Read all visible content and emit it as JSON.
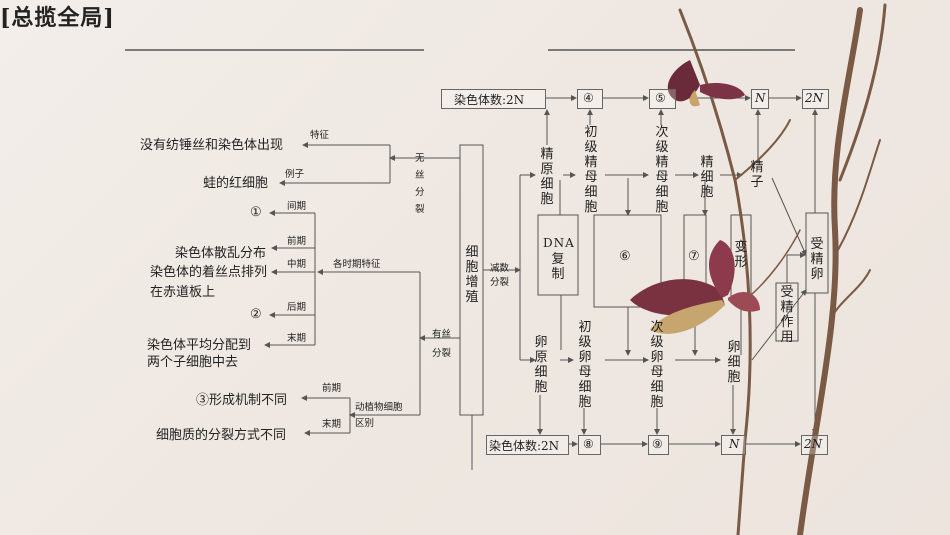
{
  "title": "[总揽全局]",
  "left": {
    "no_spindle": "没有纺锤丝和染色体出现",
    "frog": "蛙的红细胞",
    "feature": "特征",
    "example": "例子",
    "amitosis": "无丝分裂",
    "c1": "①",
    "interphase": "间期",
    "prophase": "前期",
    "chromosome_scatter": "染色体散乱分布",
    "metaphase": "中期",
    "centromere_1": "染色体的着丝点排列",
    "centromere_2": "在赤道板上",
    "c2": "②",
    "anaphase": "后期",
    "telophase": "末期",
    "even_1": "染色体平均分配到",
    "even_2": "两个子细胞中去",
    "stage_features": "各时期特征",
    "mitosis": "有丝分裂",
    "c3_formation": "③形成机制不同",
    "cytoplasm": "细胞质的分裂方式不同",
    "prophase2": "前期",
    "telophase2": "末期",
    "plant_animal": "动植物细胞区别",
    "cell_prolif": "细胞增殖"
  },
  "right": {
    "chrom_top": "染色体数:2N",
    "c4": "④",
    "c5": "⑤",
    "n_top": "N",
    "twon_top": "2N",
    "spermatogonia": "精原细胞",
    "primary_sperm": "初级精母细胞",
    "secondary_sperm": "次级精母细胞",
    "spermatid": "精细胞",
    "sperm": "精子",
    "meiosis": "减数分裂",
    "dna_1": "DNA",
    "dna_2": "复制",
    "c6": "⑥",
    "c7": "⑦",
    "transform": "变形",
    "fertilization": "受精作用",
    "zygote": "受精卵",
    "oogonia": "卵原细胞",
    "primary_oocyte": "初级卵母细胞",
    "secondary_oocyte": "次级卵母细胞",
    "ootid": "卵细胞",
    "chrom_bottom": "染色体数:2N",
    "c8": "⑧",
    "c9": "⑨",
    "n_bottom": "N",
    "twon_bottom": "2N"
  }
}
